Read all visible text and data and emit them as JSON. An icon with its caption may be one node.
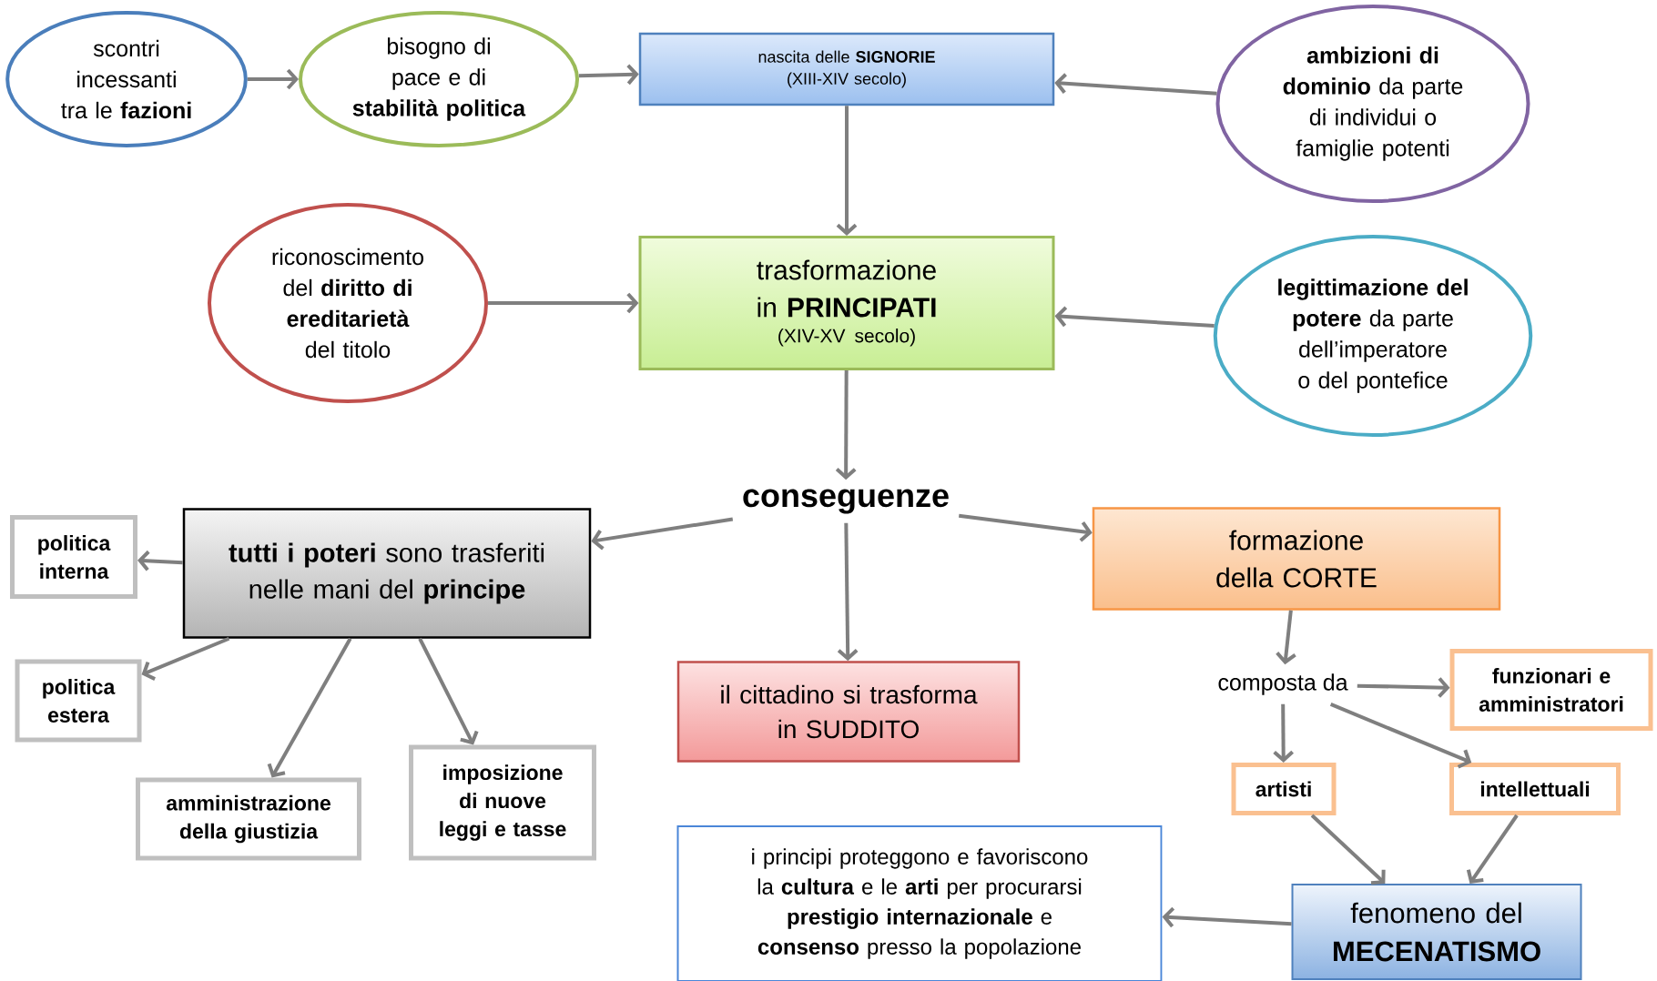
{
  "diagram": {
    "nodes": [
      {
        "text": [
          "scontri incessanti tra le **fazioni**"
        ]
      },
      {
        "text": [
          "bisogno di pace e di **stabilità politica**"
        ]
      },
      {
        "text": [
          "nascita delle **SIGNORIE**",
          "(XIII-XIV secolo)"
        ]
      },
      {
        "text": [
          "**ambizioni di dominio** da parte di individui o famiglie potenti"
        ]
      },
      {
        "text": [
          "riconoscimento del **diritto di ereditarietà** del titolo"
        ]
      },
      {
        "text": [
          "trasformazione in **PRINCIPATI**",
          "(XIV-XV secolo)"
        ]
      },
      {
        "text": [
          "**legittimazione del potere** da parte dell’imperatore o del pontefice"
        ]
      },
      {
        "text": [
          "conseguenze"
        ]
      },
      {
        "text": [
          "**tutti i poteri** sono trasferiti nelle mani del **principe**"
        ]
      },
      {
        "text": [
          "politica interna"
        ]
      },
      {
        "text": [
          "politica estera"
        ]
      },
      {
        "text": [
          "amministrazione della giustizia"
        ]
      },
      {
        "text": [
          "imposizione di nuove leggi e tasse"
        ]
      },
      {
        "text": [
          "il cittadino si trasforma in SUDDITO"
        ]
      },
      {
        "text": [
          "formazione della CORTE"
        ]
      },
      {
        "text": [
          "composta da"
        ]
      },
      {
        "text": [
          "funzionari e amministratori"
        ]
      },
      {
        "text": [
          "artisti"
        ]
      },
      {
        "text": [
          "intellettuali"
        ]
      },
      {
        "text": [
          "fenomeno del **MECENATISMO**"
        ]
      },
      {
        "text": [
          "i principi proteggono e favoriscono la **cultura** e le **arti** per procurarsi **prestigio internazionale** e **consenso** presso la popolazione"
        ]
      }
    ],
    "edges": [
      {
        "from": 0,
        "to": 1,
        "arrow": "to"
      },
      {
        "from": 1,
        "to": 2,
        "arrow": "to"
      },
      {
        "from": 3,
        "to": 2,
        "arrow": "to"
      },
      {
        "from": 2,
        "to": 5,
        "arrow": "to"
      },
      {
        "from": 4,
        "to": 5,
        "arrow": "to"
      },
      {
        "from": 6,
        "to": 5,
        "arrow": "to"
      },
      {
        "from": 5,
        "to": 7,
        "arrow": "to"
      },
      {
        "from": 7,
        "to": 8,
        "arrow": "to"
      },
      {
        "from": 7,
        "to": 13,
        "arrow": "to"
      },
      {
        "from": 7,
        "to": 14,
        "arrow": "to"
      },
      {
        "from": 8,
        "to": 9,
        "arrow": "to"
      },
      {
        "from": 8,
        "to": 10,
        "arrow": "to"
      },
      {
        "from": 8,
        "to": 11,
        "arrow": "to"
      },
      {
        "from": 8,
        "to": 12,
        "arrow": "to"
      },
      {
        "from": 14,
        "to": 15,
        "arrow": "to"
      },
      {
        "from": 15,
        "to": 16,
        "arrow": "to"
      },
      {
        "from": 15,
        "to": 17,
        "arrow": "to"
      },
      {
        "from": 15,
        "to": 18,
        "arrow": "to"
      },
      {
        "from": 17,
        "to": 19,
        "arrow": "to"
      },
      {
        "from": 18,
        "to": 19,
        "arrow": "to"
      },
      {
        "from": 19,
        "to": 20,
        "arrow": "to"
      }
    ]
  }
}
